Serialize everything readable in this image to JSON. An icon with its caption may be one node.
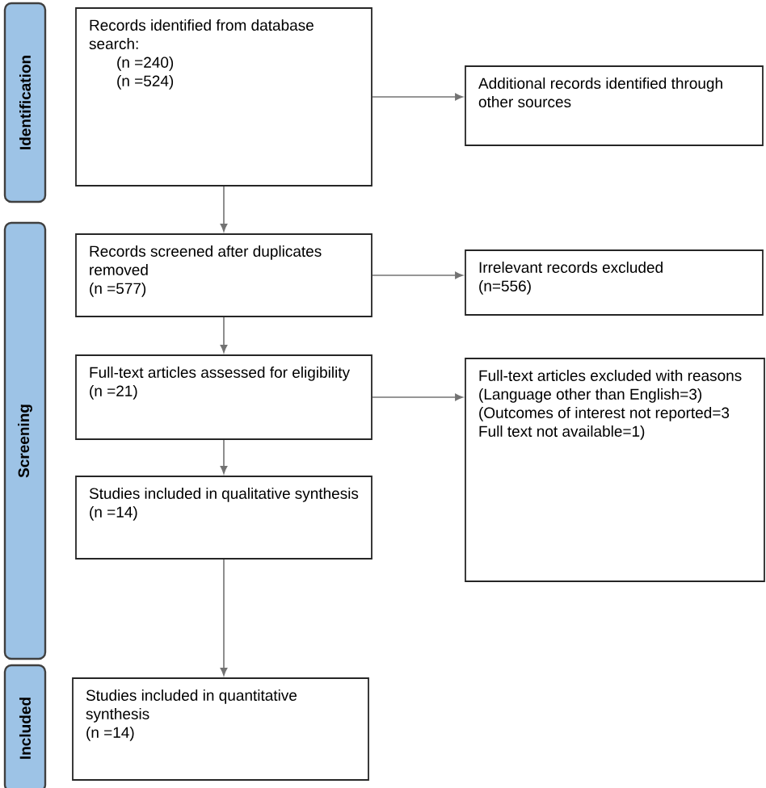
{
  "diagram": {
    "nodes": [
      {
        "text": [
          "Identification"
        ]
      },
      {
        "text": [
          "Screening"
        ]
      },
      {
        "text": [
          "Included"
        ]
      },
      {
        "text": [
          "Records identified from database search:",
          "(n =240)",
          "(n =524)"
        ]
      },
      {
        "text": [
          "Additional records identified through other sources"
        ]
      },
      {
        "text": [
          "Records screened after duplicates removed",
          "(n =577)"
        ]
      },
      {
        "text": [
          "Irrelevant records excluded",
          "(n=556)"
        ]
      },
      {
        "text": [
          "Full-text articles assessed for eligibility",
          "(n =21)"
        ]
      },
      {
        "text": [
          "Full-text articles excluded with reasons",
          "(Language other than English=3)",
          "(Outcomes of interest not reported=3",
          "Full text not available=1)"
        ]
      },
      {
        "text": [
          "Studies included in qualitative synthesis",
          "(n =14)"
        ]
      },
      {
        "text": [
          "Studies included in quantitative synthesis",
          "(n =14)"
        ]
      }
    ],
    "edges": [
      {
        "from": 3,
        "to": 4,
        "arrow": "to"
      },
      {
        "from": 3,
        "to": 5,
        "arrow": "to"
      },
      {
        "from": 5,
        "to": 6,
        "arrow": "to"
      },
      {
        "from": 5,
        "to": 7,
        "arrow": "to"
      },
      {
        "from": 7,
        "to": 8,
        "arrow": "to"
      },
      {
        "from": 7,
        "to": 9,
        "arrow": "to"
      },
      {
        "from": 9,
        "to": 10,
        "arrow": "to"
      }
    ]
  }
}
